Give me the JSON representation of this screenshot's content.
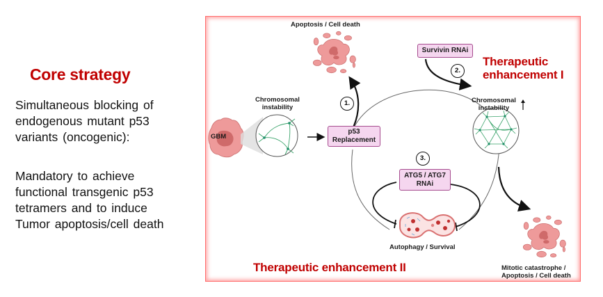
{
  "left_panel": {
    "title": "Core strategy",
    "paragraph1": [
      "Simultaneous  blocking  of",
      "endogenous  mutant  p53",
      "variants (oncogenic):"
    ],
    "paragraph2": [
      "Mandatory to achieve",
      "functional transgenic p53",
      "tetramers and to induce",
      "Tumor  apoptosis/cell death"
    ]
  },
  "diagram": {
    "top_apoptosis_label": "Apoptosis / Cell death",
    "gbm_label": "GBM",
    "chromosomal_left": [
      "Chromosomal",
      "instability"
    ],
    "p53_box": [
      "p53",
      "Replacement"
    ],
    "step1": "1.",
    "step2": "2.",
    "step3": "3.",
    "survivin_box": "Survivin RNAi",
    "enhancement1": [
      "Therapeutic",
      "enhancement I"
    ],
    "chromosomal_right": [
      "Chromosomal",
      "instability"
    ],
    "up_arrow_icon": "arrow-up-icon",
    "atg_box": [
      "ATG5 / ATG7",
      "RNAi"
    ],
    "autophagy_label": "Autophagy / Survival",
    "enhancement2": "Therapeutic enhancement II",
    "mitotic_label": [
      "Mitotic catastrophe /",
      "Apoptosis / Cell death"
    ]
  },
  "colors": {
    "accent_red": "#c00000",
    "box_fill": "#f5d6ef",
    "box_border": "#a54b8e",
    "cell_pink": "#ee9a9a",
    "spindle_green": "#3aa36a"
  }
}
